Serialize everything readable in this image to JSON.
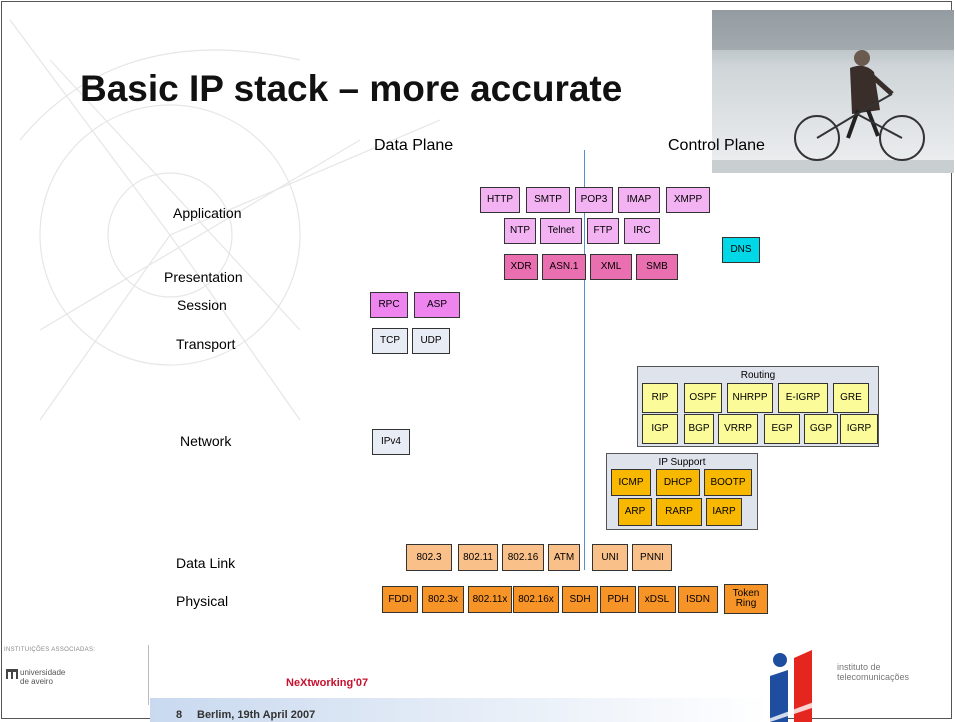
{
  "title": "Basic IP stack – more accurate",
  "planes": {
    "data": "Data Plane",
    "control": "Control Plane"
  },
  "layers": {
    "application": "Application",
    "presentation": "Presentation",
    "session": "Session",
    "transport": "Transport",
    "network": "Network",
    "datalink": "Data Link",
    "physical": "Physical"
  },
  "application_row1": [
    "HTTP",
    "SMTP",
    "POP3",
    "IMAP",
    "XMPP"
  ],
  "application_row2": [
    "NTP",
    "Telnet",
    "FTP",
    "IRC"
  ],
  "presentation": [
    "XDR",
    "ASN.1",
    "XML",
    "SMB"
  ],
  "session": [
    "RPC",
    "ASP"
  ],
  "transport": [
    "TCP",
    "UDP"
  ],
  "network_data": "IPv4",
  "dns": "DNS",
  "routing": {
    "label": "Routing",
    "row1": [
      "RIP",
      "OSPF",
      "NHRPP",
      "E-IGRP",
      "GRE"
    ],
    "row2": [
      "IGP",
      "BGP",
      "VRRP",
      "EGP",
      "GGP",
      "IGRP"
    ]
  },
  "ip_support": {
    "label": "IP Support",
    "row1": [
      "ICMP",
      "DHCP",
      "BOOTP"
    ],
    "row2": [
      "ARP",
      "RARP",
      "IARP"
    ]
  },
  "datalink_data": [
    "802.3",
    "802.11",
    "802.16",
    "ATM"
  ],
  "datalink_control": [
    "UNI",
    "PNNI"
  ],
  "physical": [
    "FDDI",
    "802.3x",
    "802.11x",
    "802.16x",
    "SDH",
    "PDH",
    "xDSL",
    "ISDN",
    "Token Ring"
  ],
  "footer": {
    "event": "NeXtworking'07",
    "slide_number": "8",
    "date": "Berlim, 19th April 2007",
    "institutions": "INSTITUIÇÕES ASSOCIADAS:",
    "university_line1": "universidade",
    "university_line2": "de aveiro",
    "institute_line1": "instituto de",
    "institute_line2": "telecomunicações"
  },
  "colors": {
    "application": "#f3b3f3",
    "presentation": "#ea6fb0",
    "session": "#ee84ee",
    "transport": "#e8ecf4",
    "dns": "#00d8e8",
    "routing": "#fbfb9a",
    "ip_support": "#f8b800",
    "datalink": "#f9c08a",
    "physical": "#f79428",
    "event_red": "#c8102e"
  }
}
